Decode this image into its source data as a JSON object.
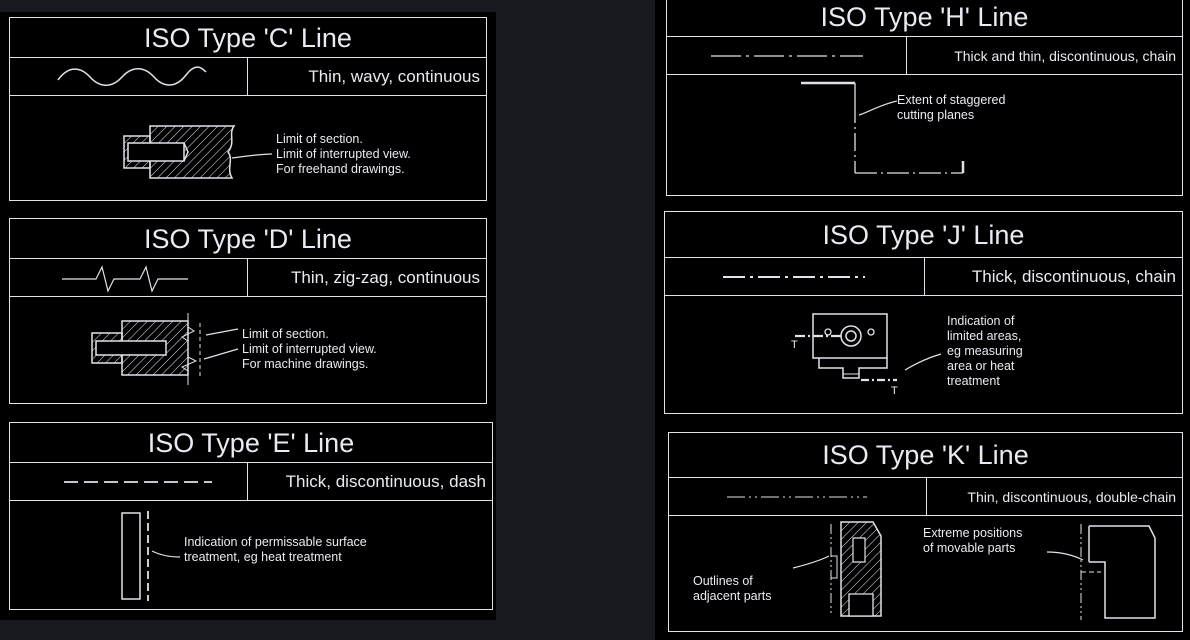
{
  "cards": {
    "c": {
      "title": "ISO Type 'C' Line",
      "description": "Thin, wavy, continuous",
      "note": "Limit of section.\nLimit of interrupted view.\nFor freehand drawings."
    },
    "d": {
      "title": "ISO Type 'D' Line",
      "description": "Thin, zig-zag, continuous",
      "note": "Limit of section.\nLimit of interrupted view.\nFor machine drawings."
    },
    "e": {
      "title": "ISO Type 'E' Line",
      "description": "Thick, discontinuous, dash",
      "note": "Indication of permissable surface\ntreatment, eg heat treatment"
    },
    "h": {
      "title": "ISO Type 'H' Line",
      "description": "Thick and thin, discontinuous, chain",
      "note": "Extent of staggered\ncutting planes"
    },
    "j": {
      "title": "ISO Type 'J' Line",
      "description": "Thick, discontinuous, chain",
      "note": "Indication of\nlimited areas,\neg measuring\narea or heat\ntreatment",
      "marker": "T"
    },
    "k": {
      "title": "ISO Type 'K' Line",
      "description": "Thin, discontinuous, double-chain",
      "note_left": "Outlines of\nadjacent parts",
      "note_right": "Extreme positions\nof movable parts"
    }
  },
  "colors": {
    "background": "#17191e",
    "panel": "#000000",
    "line": "#dfe3ea"
  }
}
